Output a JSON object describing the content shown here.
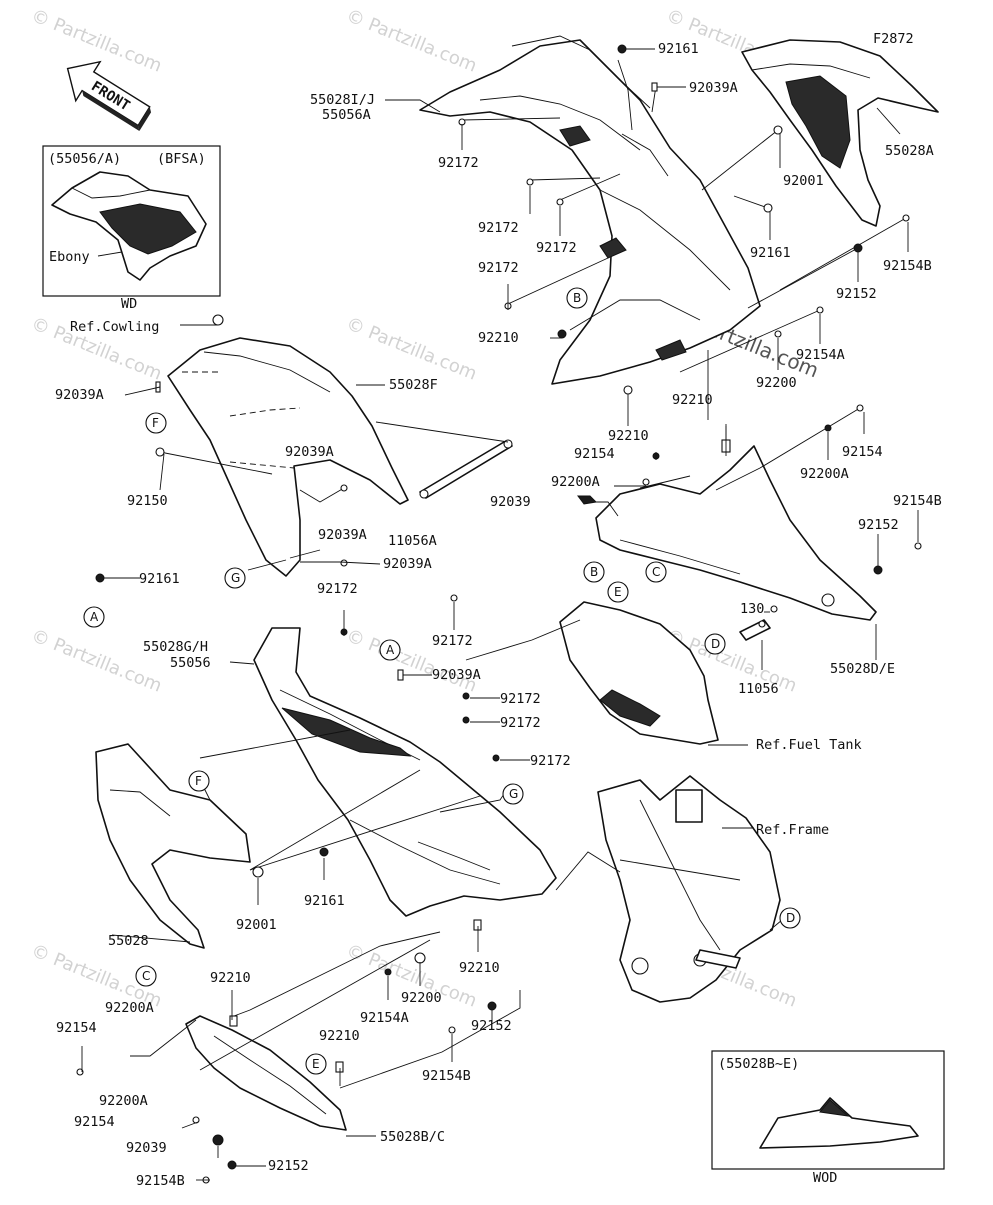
{
  "diagram": {
    "code": "F2872",
    "watermark": "© Partzilla.com",
    "front_label": "FRONT"
  },
  "inset_top": {
    "header_left": "(55056/A)",
    "header_right": "(BFSA)",
    "color_label": "Ebony",
    "footer": "WD"
  },
  "inset_bottom": {
    "header": "(55028B~E)",
    "footer": "WOD"
  },
  "labels": [
    {
      "id": "l-92161-top",
      "text": "92161"
    },
    {
      "id": "l-f2872",
      "text": "F2872"
    },
    {
      "id": "l-55028ij",
      "text": "55028I/J"
    },
    {
      "id": "l-55056a-top",
      "text": "55056A"
    },
    {
      "id": "l-92039a-top",
      "text": "92039A"
    },
    {
      "id": "l-92172-a",
      "text": "92172"
    },
    {
      "id": "l-55028a",
      "text": "55028A"
    },
    {
      "id": "l-92001-top",
      "text": "92001"
    },
    {
      "id": "l-92172-b",
      "text": "92172"
    },
    {
      "id": "l-92172-c",
      "text": "92172"
    },
    {
      "id": "l-92161-r",
      "text": "92161"
    },
    {
      "id": "l-92172-d",
      "text": "92172"
    },
    {
      "id": "l-92154b-top",
      "text": "92154B"
    },
    {
      "id": "l-92152-top",
      "text": "92152"
    },
    {
      "id": "l-92210-a",
      "text": "92210"
    },
    {
      "id": "l-ref-cowling",
      "text": "Ref.Cowling"
    },
    {
      "id": "l-92154a-r",
      "text": "92154A"
    },
    {
      "id": "l-92200-r",
      "text": "92200"
    },
    {
      "id": "l-55028f",
      "text": "55028F"
    },
    {
      "id": "l-92039a-l1",
      "text": "92039A"
    },
    {
      "id": "l-92210-b",
      "text": "92210"
    },
    {
      "id": "l-92039a-l2",
      "text": "92039A"
    },
    {
      "id": "l-92210-c",
      "text": "92210"
    },
    {
      "id": "l-92154-r",
      "text": "92154"
    },
    {
      "id": "l-92154-m",
      "text": "92154"
    },
    {
      "id": "l-92200a-m",
      "text": "92200A"
    },
    {
      "id": "l-92200a-r",
      "text": "92200A"
    },
    {
      "id": "l-92150",
      "text": "92150"
    },
    {
      "id": "l-92039-m",
      "text": "92039"
    },
    {
      "id": "l-92154b-r",
      "text": "92154B"
    },
    {
      "id": "l-11056a",
      "text": "11056A"
    },
    {
      "id": "l-92039a-l3",
      "text": "92039A"
    },
    {
      "id": "l-92152-r",
      "text": "92152"
    },
    {
      "id": "l-92039a-l4",
      "text": "92039A"
    },
    {
      "id": "l-92161-l",
      "text": "92161"
    },
    {
      "id": "l-92172-e",
      "text": "92172"
    },
    {
      "id": "l-130",
      "text": "130"
    },
    {
      "id": "l-92172-f",
      "text": "92172"
    },
    {
      "id": "l-55028gh",
      "text": "55028G/H"
    },
    {
      "id": "l-55056",
      "text": "55056"
    },
    {
      "id": "l-55028de",
      "text": "55028D/E"
    },
    {
      "id": "l-92039a-l5",
      "text": "92039A"
    },
    {
      "id": "l-11056",
      "text": "11056"
    },
    {
      "id": "l-92172-g",
      "text": "92172"
    },
    {
      "id": "l-92172-h",
      "text": "92172"
    },
    {
      "id": "l-ref-fuel",
      "text": "Ref.Fuel Tank"
    },
    {
      "id": "l-92172-i",
      "text": "92172"
    },
    {
      "id": "l-ref-frame",
      "text": "Ref.Frame"
    },
    {
      "id": "l-92001-b",
      "text": "92001"
    },
    {
      "id": "l-92161-b",
      "text": "92161"
    },
    {
      "id": "l-55028",
      "text": "55028"
    },
    {
      "id": "l-92210-d",
      "text": "92210"
    },
    {
      "id": "l-92210-e",
      "text": "92210"
    },
    {
      "id": "l-92200a-b1",
      "text": "92200A"
    },
    {
      "id": "l-92200-b",
      "text": "92200"
    },
    {
      "id": "l-92154-b1",
      "text": "92154"
    },
    {
      "id": "l-92154a-b",
      "text": "92154A"
    },
    {
      "id": "l-92210-f",
      "text": "92210"
    },
    {
      "id": "l-92152-b",
      "text": "92152"
    },
    {
      "id": "l-92154b-b",
      "text": "92154B"
    },
    {
      "id": "l-92200a-b2",
      "text": "92200A"
    },
    {
      "id": "l-92154-b2",
      "text": "92154"
    },
    {
      "id": "l-92039-b",
      "text": "92039"
    },
    {
      "id": "l-55028bc",
      "text": "55028B/C"
    },
    {
      "id": "l-92154b-bb",
      "text": "92154B"
    },
    {
      "id": "l-92152-bb",
      "text": "92152"
    }
  ],
  "callouts": [
    {
      "id": "c-b-top",
      "text": "B"
    },
    {
      "id": "c-f",
      "text": "F"
    },
    {
      "id": "c-g",
      "text": "G"
    },
    {
      "id": "c-a-left",
      "text": "A"
    },
    {
      "id": "c-b-mid",
      "text": "B"
    },
    {
      "id": "c-c-mid",
      "text": "C"
    },
    {
      "id": "c-e-mid",
      "text": "E"
    },
    {
      "id": "c-a-mid",
      "text": "A"
    },
    {
      "id": "c-d-mid",
      "text": "D"
    },
    {
      "id": "c-f-low",
      "text": "F"
    },
    {
      "id": "c-g-low",
      "text": "G"
    },
    {
      "id": "c-d-frame",
      "text": "D"
    },
    {
      "id": "c-c-low",
      "text": "C"
    },
    {
      "id": "c-e-low",
      "text": "E"
    }
  ]
}
